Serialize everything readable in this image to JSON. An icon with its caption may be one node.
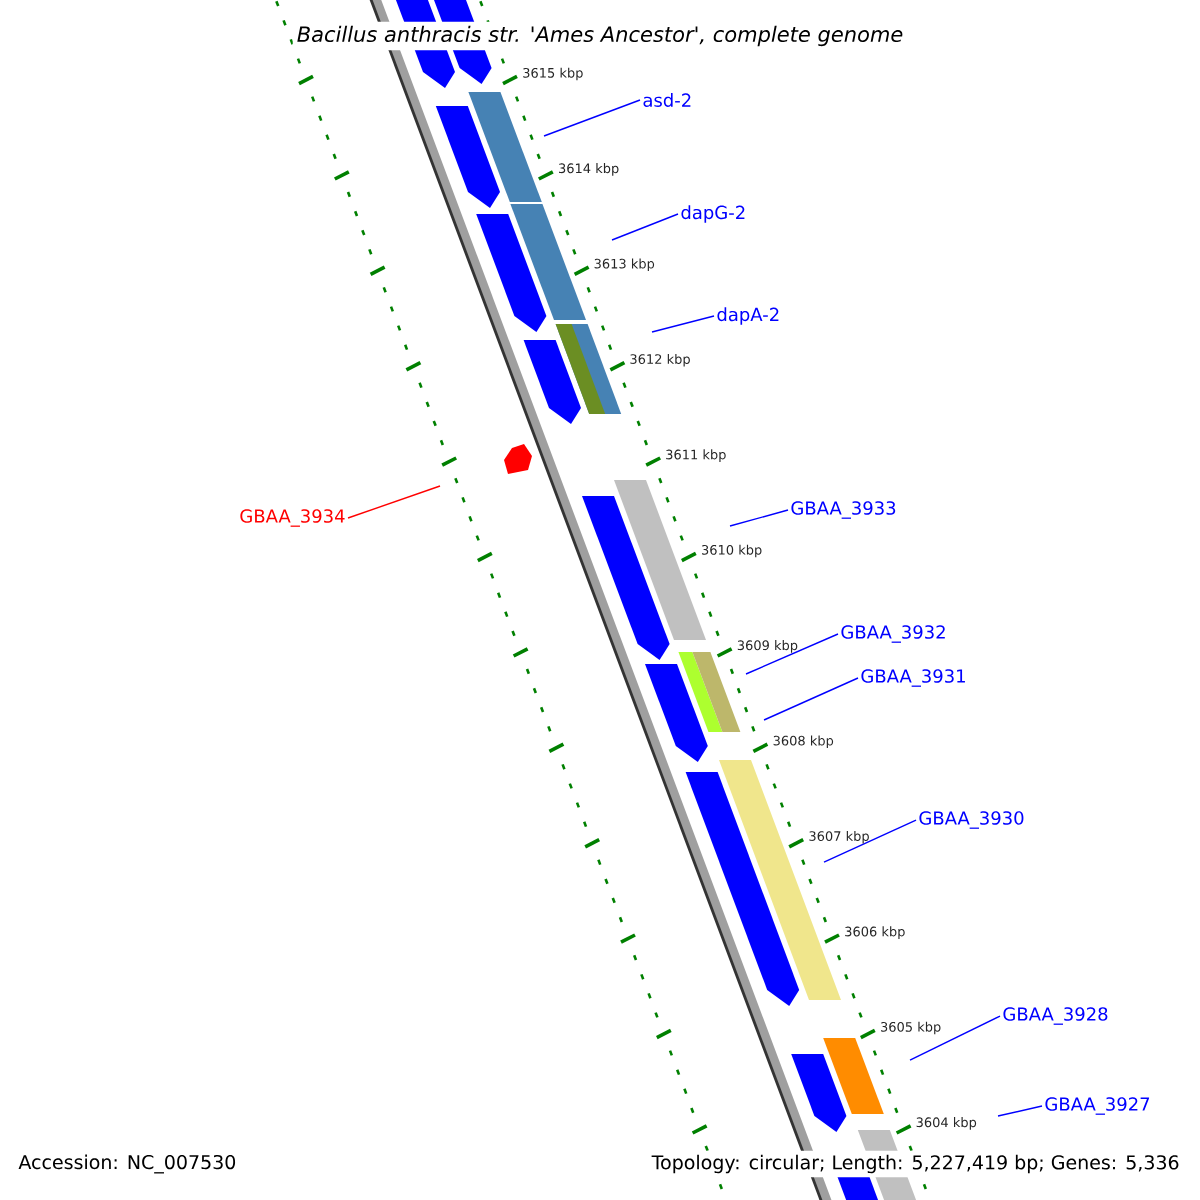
{
  "diagram": {
    "title": "Bacillus anthracis str. 'Ames Ancestor', complete genome",
    "nodes": [
      {
        "text": [
          "asd-2"
        ]
      },
      {
        "text": [
          "dapG-2"
        ]
      },
      {
        "text": [
          "dapA-2"
        ]
      },
      {
        "text": [
          "GBAA_3933"
        ]
      },
      {
        "text": [
          "GBAA_3934"
        ]
      },
      {
        "text": [
          "GBAA_3932"
        ]
      },
      {
        "text": [
          "GBAA_3931"
        ]
      },
      {
        "text": [
          "GBAA_3930"
        ]
      },
      {
        "text": [
          "GBAA_3928"
        ]
      },
      {
        "text": [
          "GBAA_3927"
        ]
      }
    ],
    "edges": [
      {
        "from": 0,
        "to": null,
        "arrow": "none"
      },
      {
        "from": 1,
        "to": null,
        "arrow": "none"
      },
      {
        "from": 2,
        "to": null,
        "arrow": "none"
      },
      {
        "from": 3,
        "to": null,
        "arrow": "none"
      },
      {
        "from": 4,
        "to": null,
        "arrow": "none",
        "color": "#ff0000"
      },
      {
        "from": 5,
        "to": null,
        "arrow": "none"
      },
      {
        "from": 6,
        "to": null,
        "arrow": "none"
      },
      {
        "from": 7,
        "to": null,
        "arrow": "none"
      },
      {
        "from": 8,
        "to": null,
        "arrow": "none"
      },
      {
        "from": 9,
        "to": null,
        "arrow": "none"
      }
    ],
    "labels": [
      "3615 kbp",
      "3614 kbp",
      "3613 kbp",
      "3612 kbp",
      "3611 kbp",
      "3610 kbp",
      "3609 kbp",
      "3608 kbp",
      "3607 kbp",
      "3606 kbp",
      "3605 kbp",
      "3604 kbp",
      "Accession: NC_007530",
      "Topology: circular; Length: 5,227,419 bp; Genes: 5,336"
    ]
  }
}
